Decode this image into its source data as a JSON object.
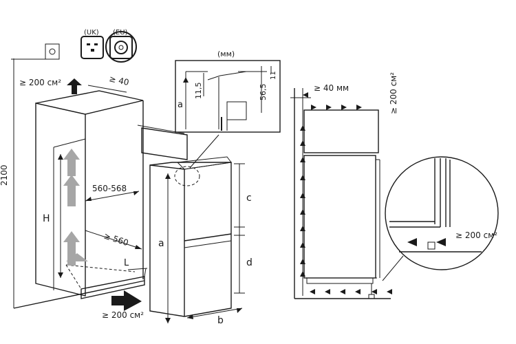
{
  "header": {
    "unit_label": "(мм)",
    "badge_uk": "(UK)",
    "badge_eu": "(EU)"
  },
  "labels": {
    "vent_top": "≥ 200 см²",
    "gap_top": "≥ 40",
    "height_total": "2100",
    "niche_height": "H",
    "niche_width": "560-568",
    "niche_depth": "≥ 560",
    "offset": "L",
    "vent_bottom": "≥ 200 см²",
    "app_height": "a",
    "upper_section": "c",
    "lower_section": "d",
    "app_width": "b",
    "detail_height": "a",
    "detail_dim_1": "11,5",
    "detail_dim_2": "56,5",
    "detail_dim_3": "11",
    "side_gap": "≥ 40 мм",
    "side_vent": "≥ 200 см²",
    "zoom_vent": "≥ 200 см²"
  },
  "colors": {
    "line": "#1a1a1a",
    "airflow_arrow": "#a6a6a6"
  }
}
